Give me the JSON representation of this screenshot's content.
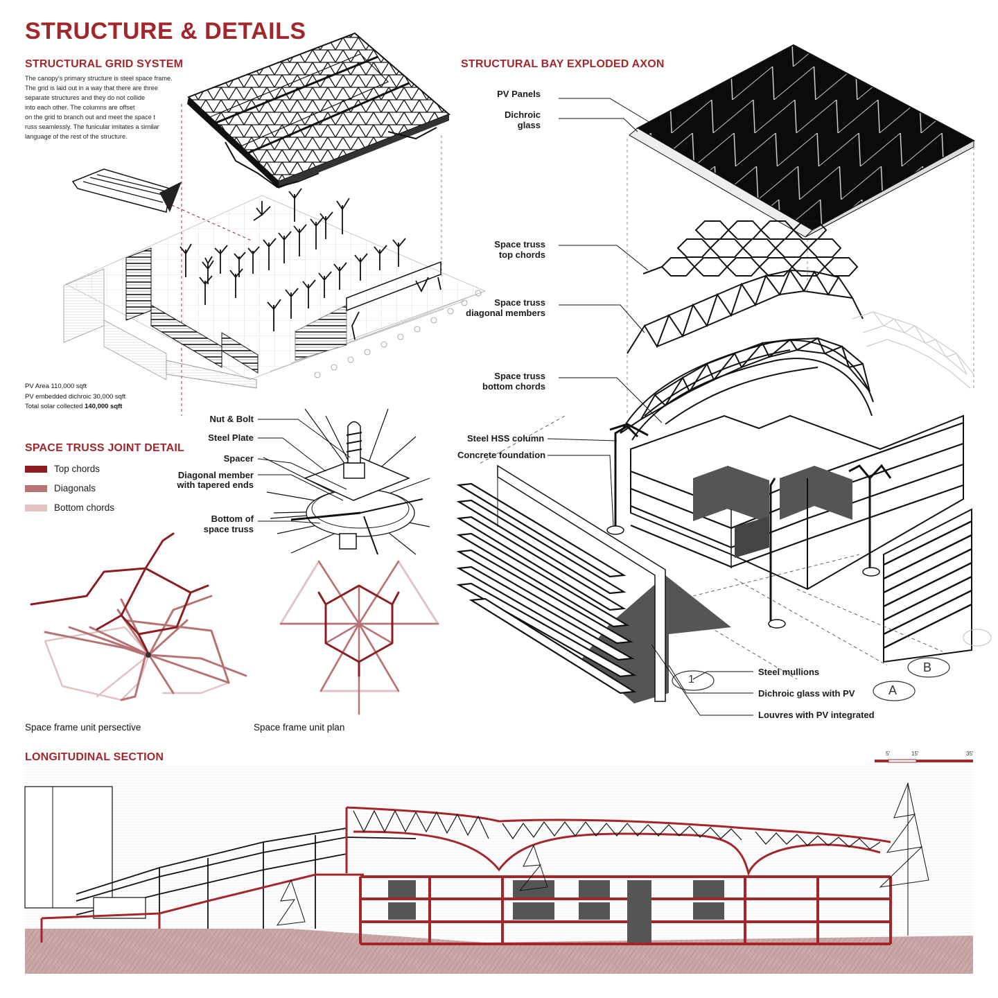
{
  "page": {
    "title": "STRUCTURE & DETAILS"
  },
  "grid_system": {
    "heading": "STRUCTURAL GRID SYSTEM",
    "description": [
      "The canopy's primary structure is steel space frame.",
      "The grid is laid out in a way that there are three",
      "separate structures and they do not collide",
      "into each other. The columns are offset",
      "on the grid to branch out and meet the space t",
      "russ seamlessly. The funicular imitates a similar",
      "language of the rest of the structure."
    ],
    "stats": {
      "pv_area": "PV Area 110,000 sqft",
      "pv_dichroic": "PV embedded dichroic 30,000 sqft",
      "total_prefix": "Total solar collected ",
      "total_value": "140,000 sqft"
    }
  },
  "exploded_axon": {
    "heading": "STRUCTURAL BAY EXPLODED AXON",
    "labels": {
      "pv_panels": "PV Panels",
      "dichroic_1": "Dichroic",
      "dichroic_2": "glass",
      "top_chords_1": "Space truss",
      "top_chords_2": "top chords",
      "diagonals_1": "Space truss",
      "diagonals_2": "diagonal members",
      "bottom_chords_1": "Space truss",
      "bottom_chords_2": "bottom chords",
      "hss_column": "Steel HSS column",
      "foundation": "Concrete foundation",
      "mullions": "Steel mullions",
      "dichroic_pv": "Dichroic glass with PV",
      "louvres": "Louvres with PV integrated"
    },
    "grid_markers": [
      "1",
      "A",
      "B"
    ]
  },
  "joint_detail": {
    "heading": "SPACE TRUSS JOINT DETAIL",
    "legend": [
      {
        "label": "Top chords",
        "color": "#8b1d21"
      },
      {
        "label": "Diagonals",
        "color": "#b77373"
      },
      {
        "label": "Bottom chords",
        "color": "#e2c3c3"
      }
    ],
    "labels": {
      "nut_bolt": "Nut & Bolt",
      "steel_plate": "Steel Plate",
      "spacer": "Spacer",
      "diagonal_1": "Diagonal member",
      "diagonal_2": "with tapered ends",
      "bottom_1": "Bottom of",
      "bottom_2": "space truss"
    },
    "captions": {
      "perspective": "Space frame unit persective",
      "plan": "Space frame unit plan"
    }
  },
  "section": {
    "heading": "LONGITUDINAL SECTION",
    "scale": [
      "5'",
      "15'",
      "35'"
    ]
  },
  "colors": {
    "accent": "#a3262a",
    "top_chord": "#8b1d21",
    "diagonal": "#b77373",
    "bottom_chord": "#e2c3c3",
    "ground": "#caa7a7"
  }
}
